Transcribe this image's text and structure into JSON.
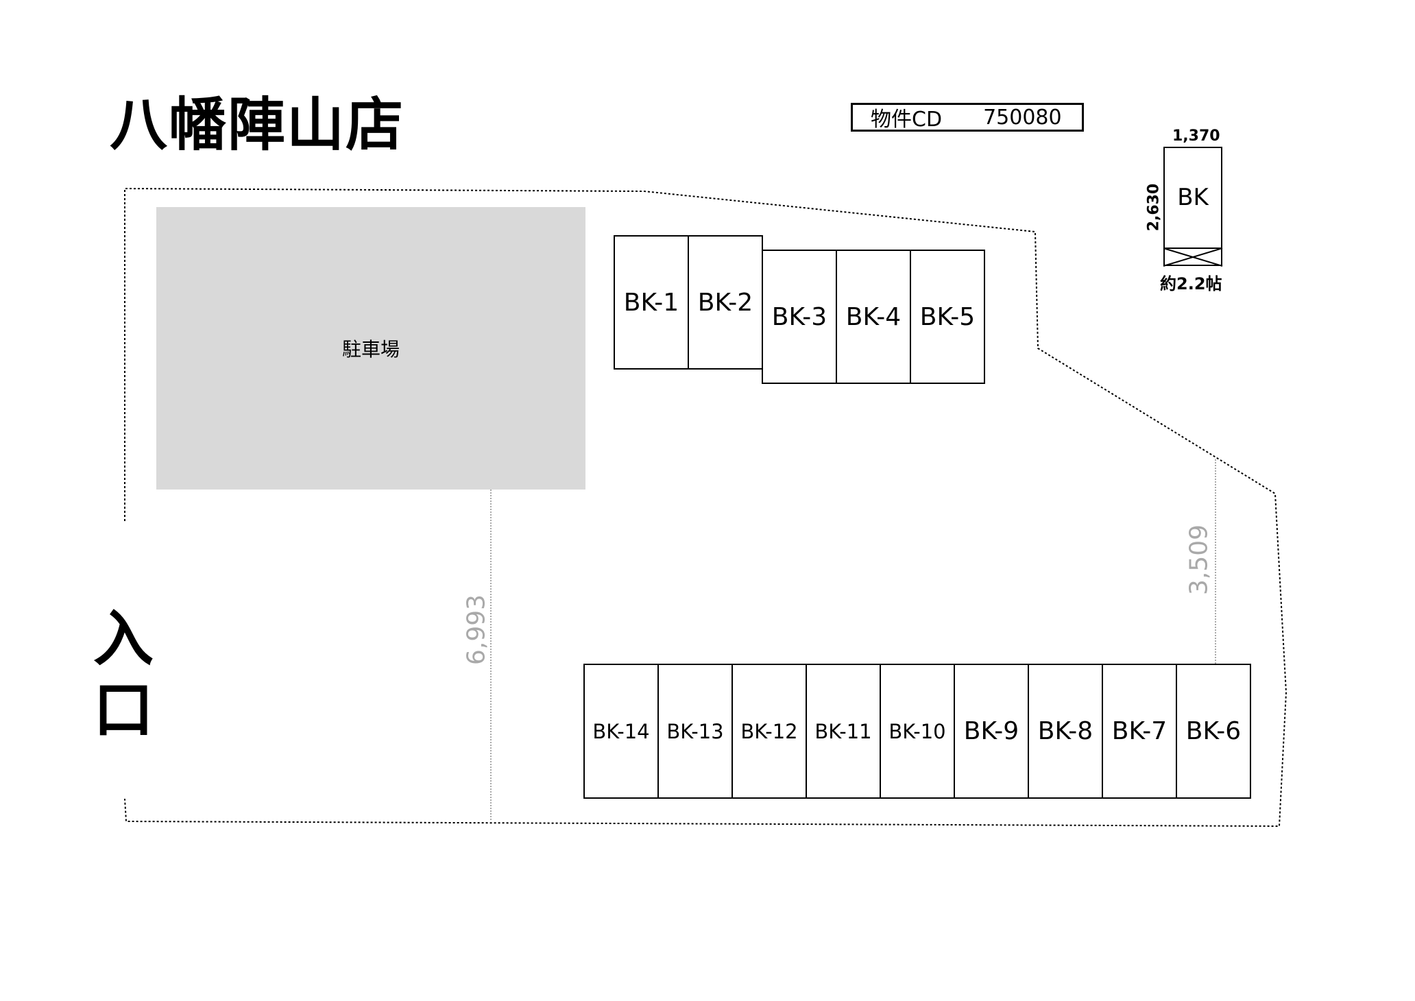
{
  "title": "八幡陣山店",
  "property": {
    "label": "物件CD",
    "code": "750080"
  },
  "parking": {
    "label": "駐車場"
  },
  "entrance": {
    "line1": "入",
    "line2": "口"
  },
  "dimensions": {
    "left": "6,993",
    "right": "3,509"
  },
  "legend": {
    "label": "BK",
    "width": "1,370",
    "depth": "2,630",
    "area": "約2.2帖"
  },
  "units": {
    "bk1": "BK-1",
    "bk2": "BK-2",
    "bk3": "BK-3",
    "bk4": "BK-4",
    "bk5": "BK-5",
    "bk6": "BK-6",
    "bk7": "BK-7",
    "bk8": "BK-8",
    "bk9": "BK-9",
    "bk10": "BK-10",
    "bk11": "BK-11",
    "bk12": "BK-12",
    "bk13": "BK-13",
    "bk14": "BK-14"
  }
}
